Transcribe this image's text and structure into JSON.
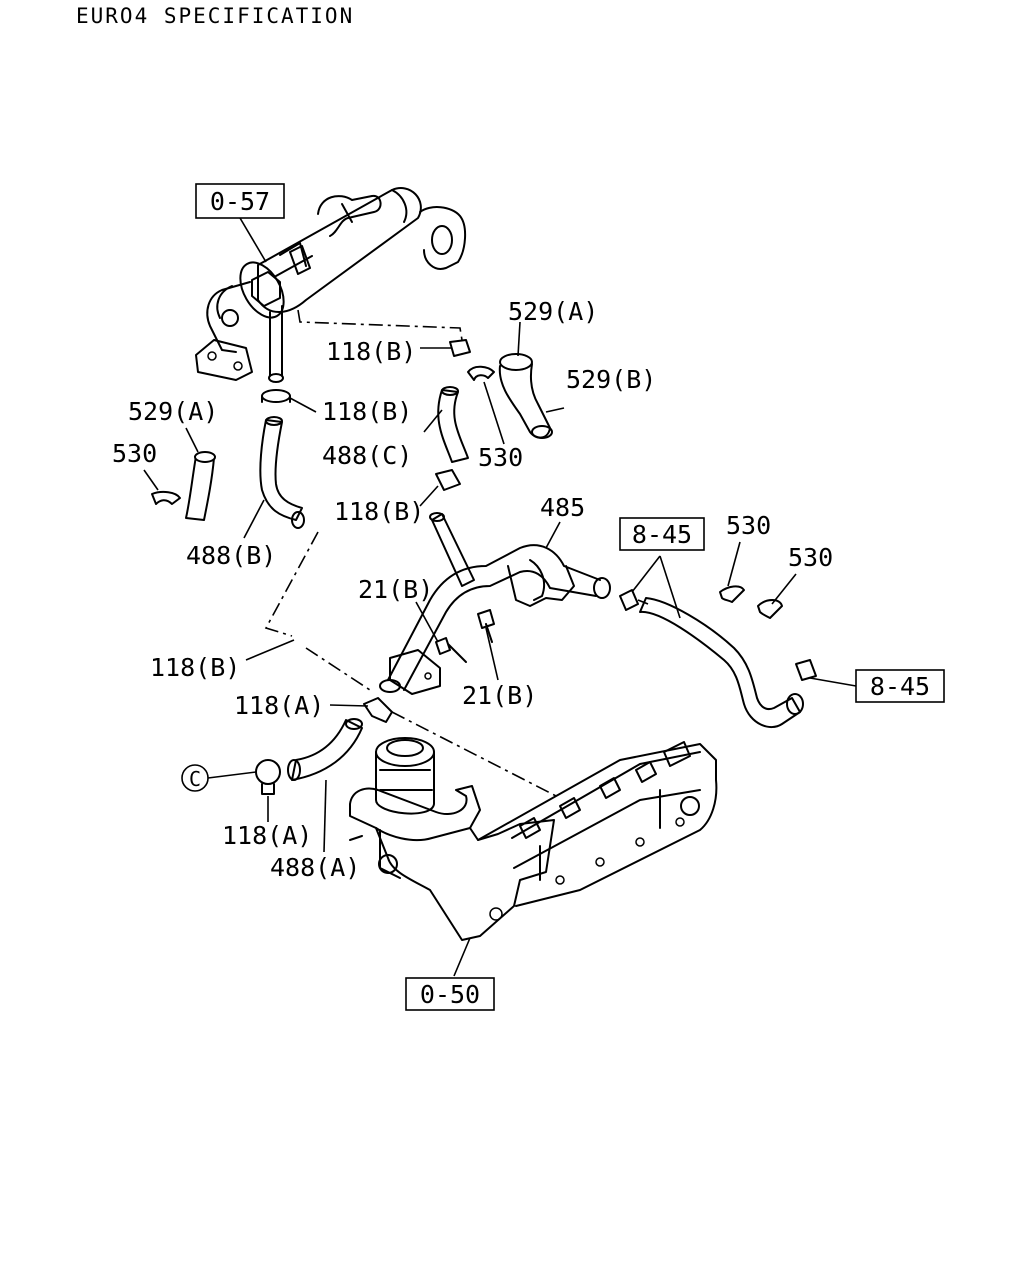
{
  "header": {
    "title": "EURO4 SPECIFICATION"
  },
  "refs": {
    "r057": "0-57",
    "r050": "0-50",
    "r845a": "8-45",
    "r845b": "8-45"
  },
  "callouts": {
    "c_circle": "C"
  },
  "labels": {
    "l529a_top": "529(A)",
    "l529b": "529(B)",
    "l118b_1": "118(B)",
    "l118b_2": "118(B)",
    "l529a_left": "529(A)",
    "l530_left": "530",
    "l488c": "488(C)",
    "l530_mid": "530",
    "l118b_3": "118(B)",
    "l485": "485",
    "l530_r1": "530",
    "l530_r2": "530",
    "l488b": "488(B)",
    "l21b_1": "21(B)",
    "l21b_2": "21(B)",
    "l118b_4": "118(B)",
    "l118a_1": "118(A)",
    "l118a_2": "118(A)",
    "l488a": "488(A)"
  }
}
